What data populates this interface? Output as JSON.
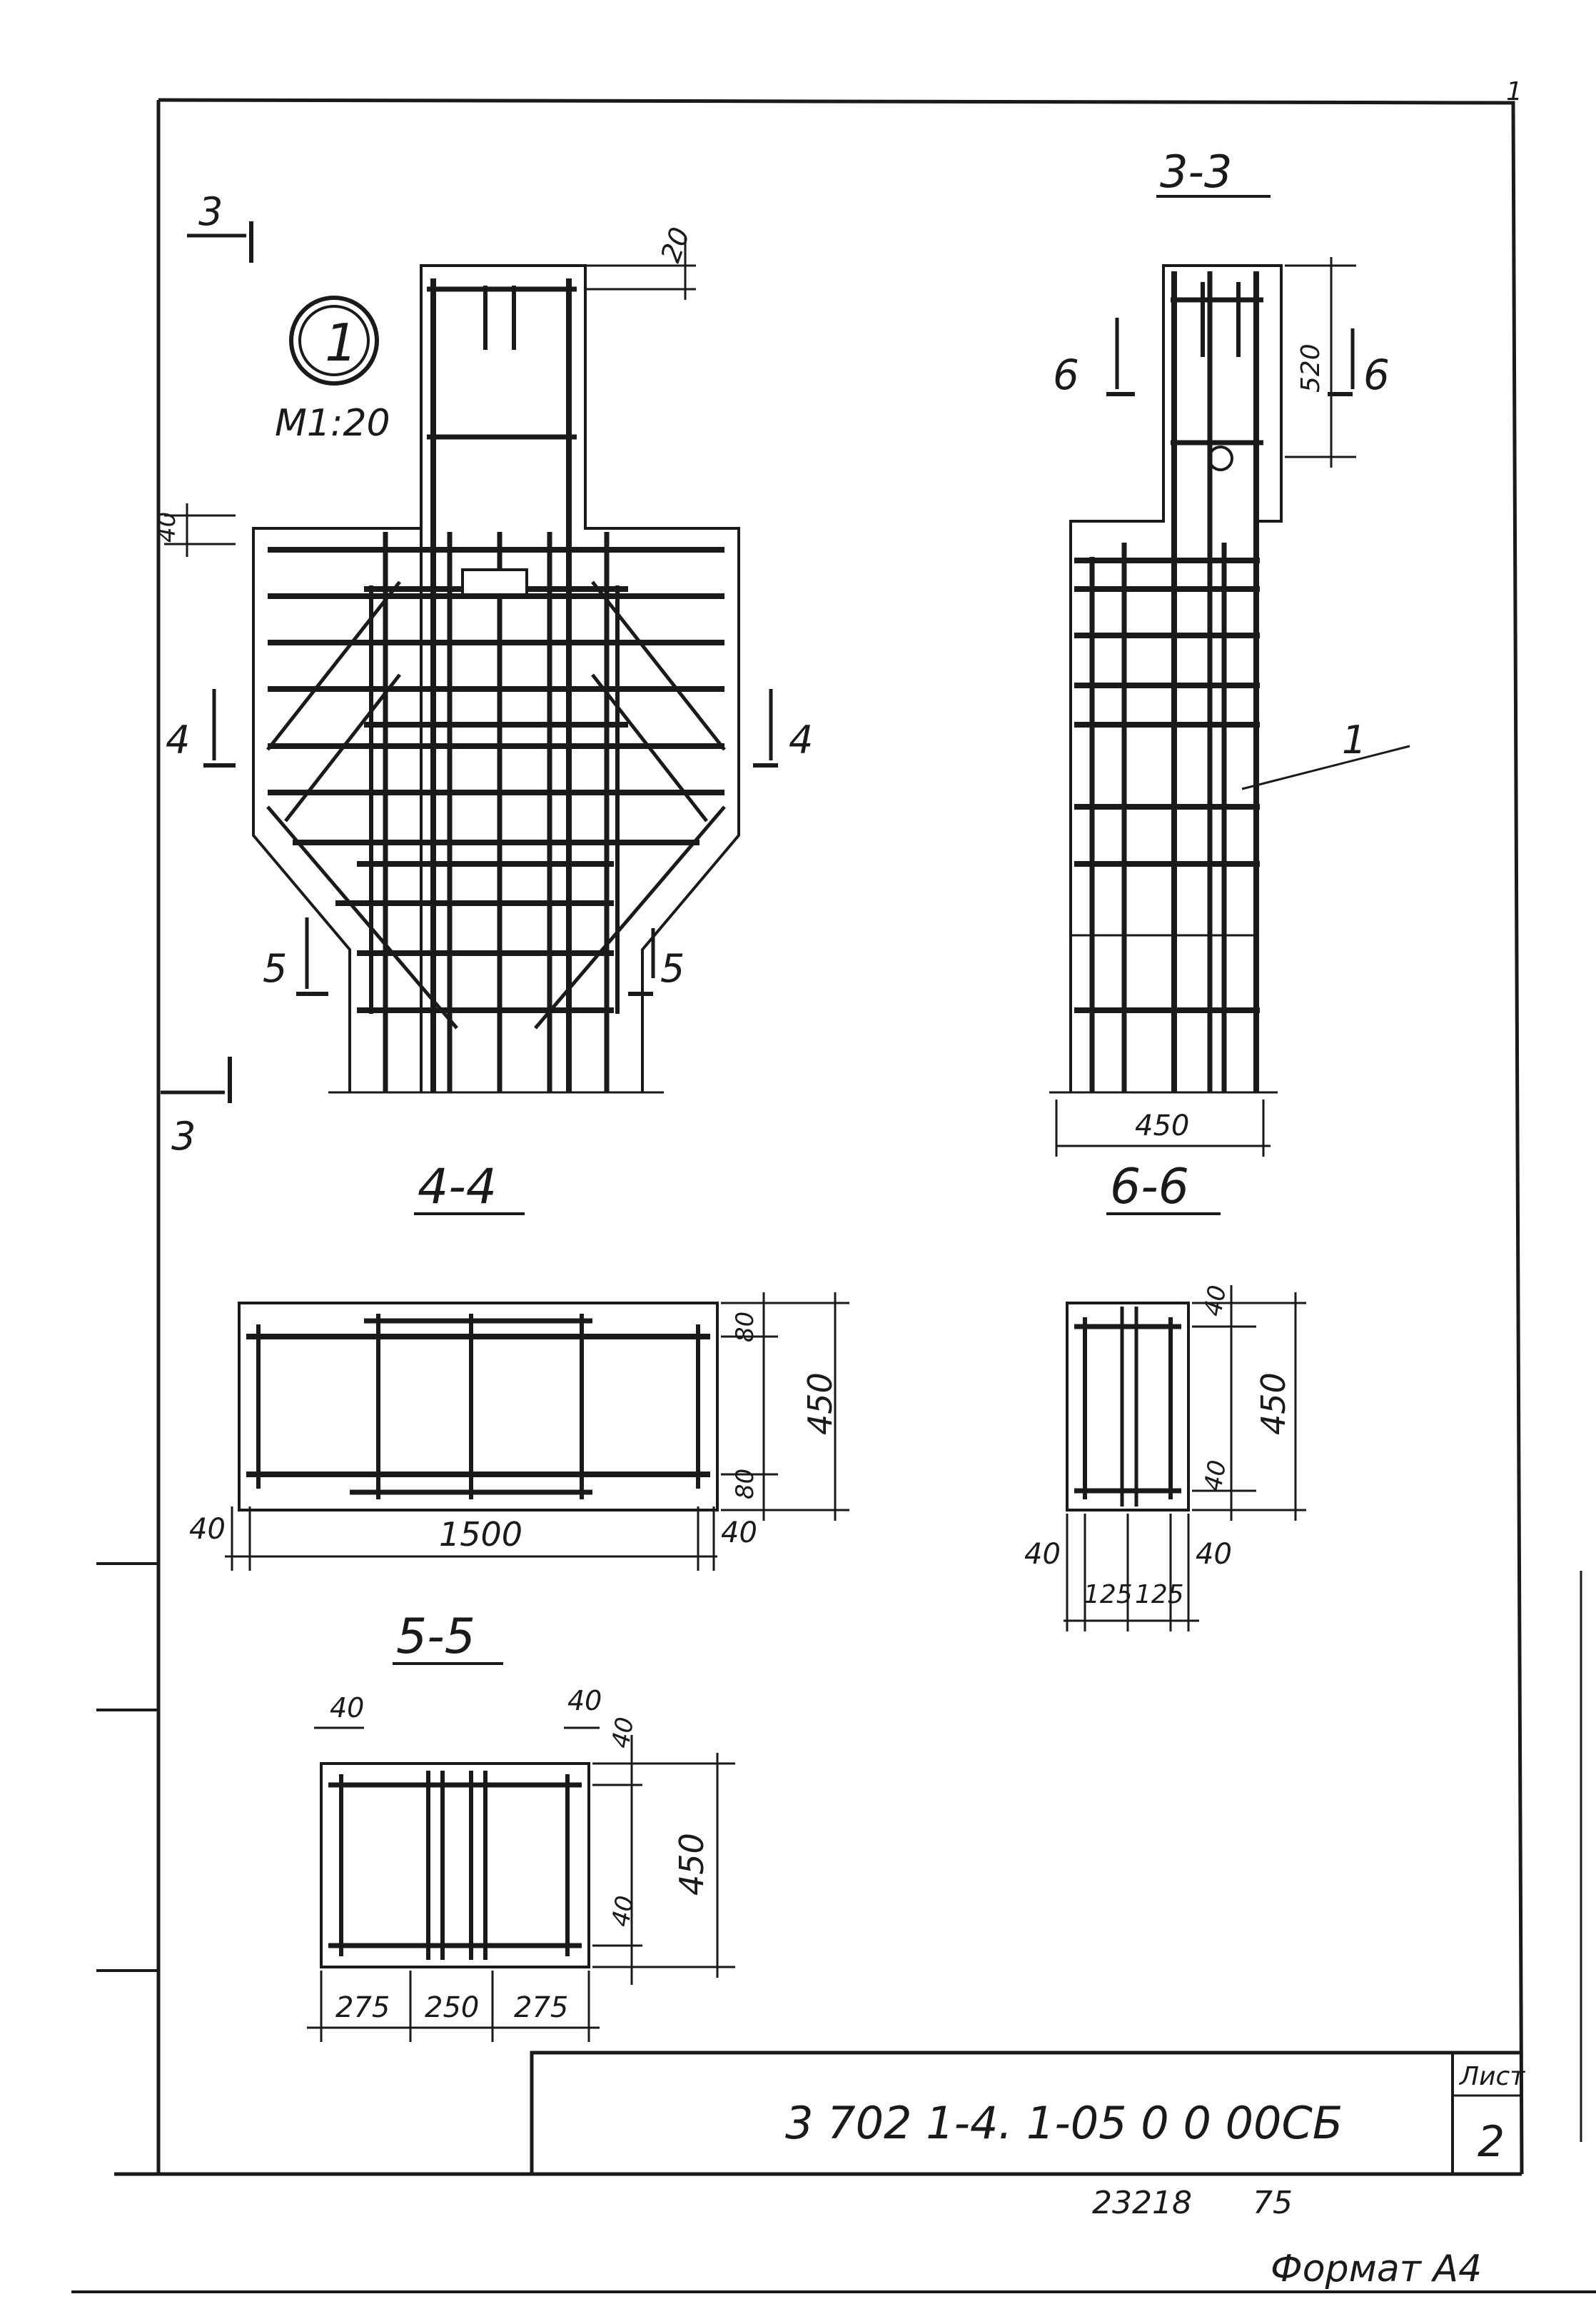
{
  "sheet": {
    "page_corner_mark": "1",
    "detail_number": "1",
    "scale": "M1:20",
    "designation": "3 702 1-4. 1-05 0 0 00СБ",
    "sheet_label": "Лист",
    "sheet_number": "2",
    "inventory_number": "23218",
    "inventory_suffix": "75",
    "format": "Формат А4"
  },
  "sections": {
    "s3": "3",
    "s4": "4",
    "s5": "5",
    "s6": "6",
    "title_3_3": "3-3",
    "title_4_4": "4-4",
    "title_5_5": "5-5",
    "title_6_6": "6-6"
  },
  "callouts": {
    "position_1": "1"
  },
  "dimensions": {
    "top_20": "20",
    "haunch_40": "40",
    "top_520": "520",
    "width_450": "450",
    "d44_80_top": "80",
    "d44_80_bot": "80",
    "d44_450": "450",
    "d44_40_left": "40",
    "d44_40_right": "40",
    "d44_1500": "1500",
    "d66_40_top": "40",
    "d66_40_bot": "40",
    "d66_450": "450",
    "d66_40_left": "40",
    "d66_40_right": "40",
    "d66_125_a": "125",
    "d66_125_b": "125",
    "d55_40_left": "40",
    "d55_40_right": "40",
    "d55_40_top": "40",
    "d55_40_bot": "40",
    "d55_450": "450",
    "d55_275_a": "275",
    "d55_250": "250",
    "d55_275_b": "275"
  }
}
